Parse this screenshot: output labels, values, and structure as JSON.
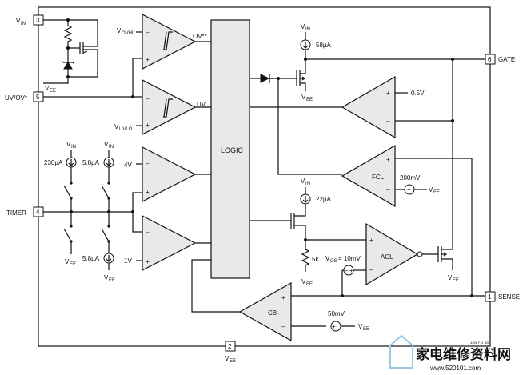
{
  "pins": {
    "vin": {
      "number": "3",
      "label": "V",
      "sub": "IN"
    },
    "uvov": {
      "number": "5",
      "label": "UV/OV*"
    },
    "timer": {
      "number": "4",
      "label": "TIMER"
    },
    "gate": {
      "number": "6",
      "label": "GATE"
    },
    "sense": {
      "number": "1",
      "label": "SENSE"
    },
    "vee": {
      "number": "2",
      "label": "V",
      "sub": "EE"
    }
  },
  "comparators": {
    "ovhi": {
      "ref": "V",
      "ref_sub": "OVHI",
      "output": "OV**"
    },
    "uvlo": {
      "ref": "V",
      "ref_sub": "UVLO",
      "output": "UV"
    },
    "timer_high": {
      "ref": "4V"
    },
    "timer_low": {
      "ref": "1V"
    }
  },
  "logic": {
    "label": "LOGIC"
  },
  "current_sources": {
    "gate_pullup": {
      "value": "58µA",
      "supply": "V",
      "supply_sub": "IN"
    },
    "gate_22": {
      "value": "22µA",
      "supply": "V",
      "supply_sub": "IN"
    },
    "timer_230": {
      "value": "230µA",
      "supply": "V",
      "supply_sub": "IN"
    },
    "timer_up_58": {
      "value": "5.8µA",
      "supply": "V",
      "supply_sub": "IN"
    },
    "timer_down_58": {
      "value": "5.8µA",
      "supply": "V",
      "supply_sub": "EE"
    }
  },
  "amplifiers": {
    "gate_amp": {
      "ref": "0.5V"
    },
    "fcl": {
      "label": "FCL",
      "ref": "200mV",
      "supply": "V",
      "supply_sub": "EE"
    },
    "acl": {
      "label": "ACL",
      "offset": "V",
      "offset_sub": "OS",
      "offset_value": "= 10mV"
    },
    "cb": {
      "label": "CB",
      "ref": "50mV",
      "supply": "V",
      "supply_sub": "EE"
    }
  },
  "resistors": {
    "r5k": {
      "value": "5k"
    }
  },
  "vee_labels": {
    "text": "V",
    "sub": "EE"
  },
  "figure_code": "4251 F11 BD",
  "watermark": {
    "title": "家电维修资料网",
    "url": "www.520101.com"
  }
}
